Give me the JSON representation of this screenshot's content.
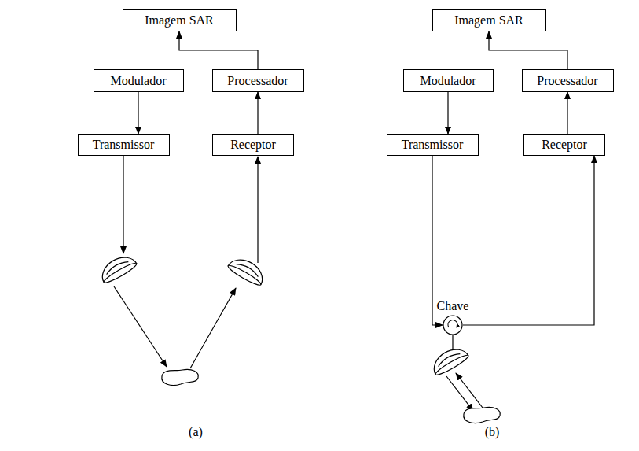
{
  "diagram": {
    "nodes": [
      {
        "text": [
          "Imagem SAR"
        ]
      },
      {
        "text": [
          "Modulador"
        ]
      },
      {
        "text": [
          "Processador"
        ]
      },
      {
        "text": [
          "Transmissor"
        ]
      },
      {
        "text": [
          "Receptor"
        ]
      },
      {
        "text": [
          "Imagem SAR"
        ]
      },
      {
        "text": [
          "Modulador"
        ]
      },
      {
        "text": [
          "Processador"
        ]
      },
      {
        "text": [
          "Transmissor"
        ]
      },
      {
        "text": [
          "Receptor"
        ]
      },
      {
        "text": [
          "Chave"
        ]
      }
    ],
    "edges": [
      {
        "from": 1,
        "to": 3,
        "arrow": "to"
      },
      {
        "from": 4,
        "to": 2,
        "arrow": "to"
      },
      {
        "from": 2,
        "to": 0,
        "arrow": "to"
      },
      {
        "from": 6,
        "to": 8,
        "arrow": "to"
      },
      {
        "from": 9,
        "to": 7,
        "arrow": "to"
      },
      {
        "from": 7,
        "to": 5,
        "arrow": "to"
      },
      {
        "from": 8,
        "to": 10,
        "arrow": "to"
      },
      {
        "from": 10,
        "to": 9,
        "arrow": "to"
      }
    ],
    "labels": [
      "(a)",
      "(b)"
    ]
  }
}
